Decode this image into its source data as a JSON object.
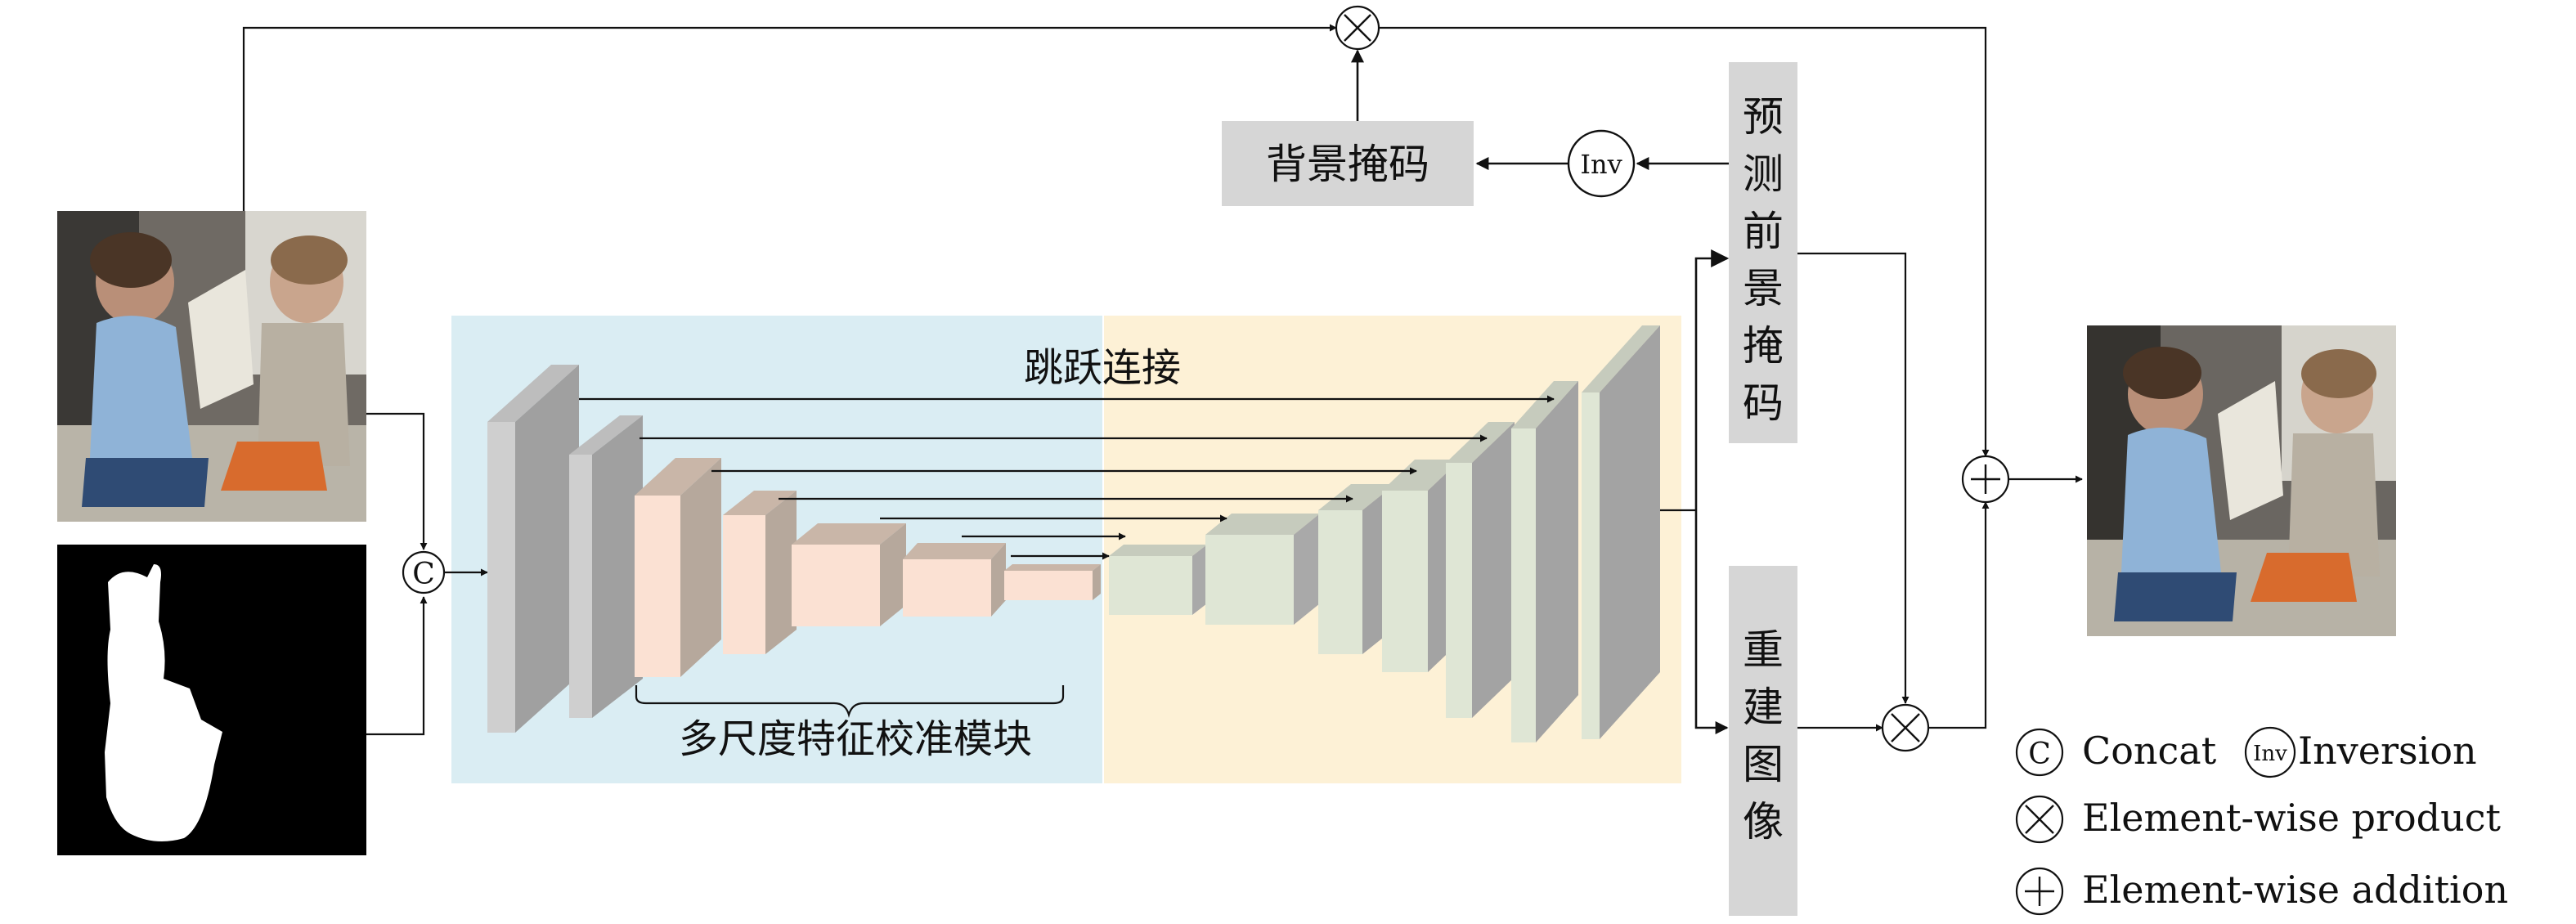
{
  "labels": {
    "background_mask": "背景掩码",
    "predicted_foreground_mask": "预测前景掩码",
    "reconstructed_image": "重建图像",
    "skip_connection": "跳跃连接",
    "msfc_module": "多尺度特征校准模块"
  },
  "operators": {
    "concat": "C",
    "inversion": "Inv",
    "product": "×",
    "addition": "+"
  },
  "legend": {
    "concat": "Concat",
    "inversion": "Inversion",
    "product": "Element-wise product",
    "addition": "Element-wise addition"
  },
  "colors": {
    "encoder_region": "#daedf3",
    "decoder_region": "#fdf1d6",
    "label_box": "#d6d6d6",
    "gray_block": "#a9a9a9",
    "peach_block": "#fbe1d3",
    "green_block": "#dfe6d5"
  }
}
